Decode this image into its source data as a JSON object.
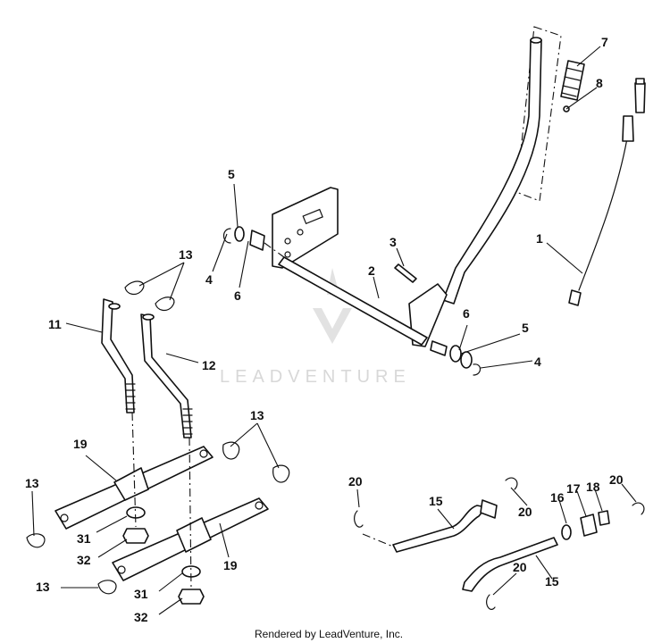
{
  "watermark": {
    "text": "LEADVENTURE"
  },
  "footer": {
    "text": "Rendered by LeadVenture, Inc."
  },
  "callouts": {
    "c1": "1",
    "c2": "2",
    "c3": "3",
    "c4a": "4",
    "c4b": "4",
    "c5a": "5",
    "c5b": "5",
    "c6a": "6",
    "c6b": "6",
    "c7": "7",
    "c8": "8",
    "c11": "11",
    "c12": "12",
    "c13a": "13",
    "c13b": "13",
    "c13c": "13",
    "c13d": "13",
    "c15a": "15",
    "c15b": "15",
    "c16": "16",
    "c17": "17",
    "c18": "18",
    "c19a": "19",
    "c19b": "19",
    "c20a": "20",
    "c20b": "20",
    "c20c": "20",
    "c20d": "20",
    "c31a": "31",
    "c31b": "31",
    "c32a": "32",
    "c32b": "32"
  },
  "colors": {
    "ink": "#111111",
    "watermark": "#d8d8d8",
    "background": "#ffffff"
  }
}
